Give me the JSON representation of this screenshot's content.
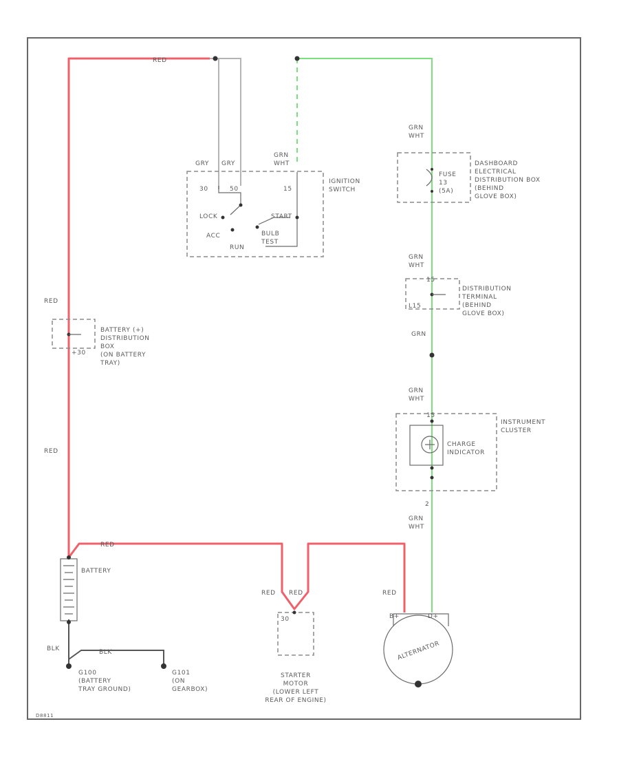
{
  "wire_labels": {
    "red_top": "RED",
    "red_left_1": "RED",
    "red_left_2": "RED",
    "red_bottom": "RED",
    "red_starter_1": "RED",
    "red_starter_2": "RED",
    "red_alt": "RED",
    "gry_1": "GRY",
    "gry_2": "GRY",
    "grn_wht_ign": "GRN\nWHT",
    "grn_wht_fuse": "GRN\nWHT",
    "grn_wht_dist": "GRN\nWHT",
    "grn": "GRN",
    "grn_wht_clust": "GRN\nWHT",
    "grn_wht_alt": "GRN\nWHT",
    "blk": "BLK",
    "blk2": "BLK"
  },
  "ignition_switch": {
    "label": "IGNITION\nSWITCH",
    "t30": "30",
    "t15": "15",
    "t50": "50",
    "lock": "LOCK",
    "start": "START",
    "acc": "ACC",
    "run": "RUN",
    "bulb_test": "BULB\nTEST"
  },
  "fuse_box": {
    "label": "DASHBOARD\nELECTRICAL\nDISTRIBUTION BOX\n(BEHIND\nGLOVE BOX)",
    "fuse_label": "FUSE\n13\n(5A)"
  },
  "distribution_terminal": {
    "label": "DISTRIBUTION\nTERMINAL\n(BEHIND\nGLOVE BOX)",
    "pin": "15",
    "pin2": "L15"
  },
  "battery_dist_box": {
    "label": "BATTERY (+)\nDISTRIBUTION\nBOX\n(ON BATTERY\nTRAY)",
    "pin": "+30"
  },
  "instrument_cluster": {
    "label": "INSTRUMENT\nCLUSTER",
    "charge_indicator": "CHARGE\nINDICATOR",
    "pin_top": "15",
    "pin_bottom": "2"
  },
  "battery": {
    "label": "BATTERY"
  },
  "starter_motor": {
    "label": "STARTER\nMOTOR\n(LOWER LEFT\nREAR OF ENGINE)",
    "pin": "30"
  },
  "alternator": {
    "label": "ALTERNATOR",
    "pin_b": "B+",
    "pin_d": "D+"
  },
  "grounds": {
    "g1": "G100\n(BATTERY\nTRAY GROUND)",
    "g2": "G101\n(ON\nGEARBOX)"
  },
  "footer_code": "D8811"
}
